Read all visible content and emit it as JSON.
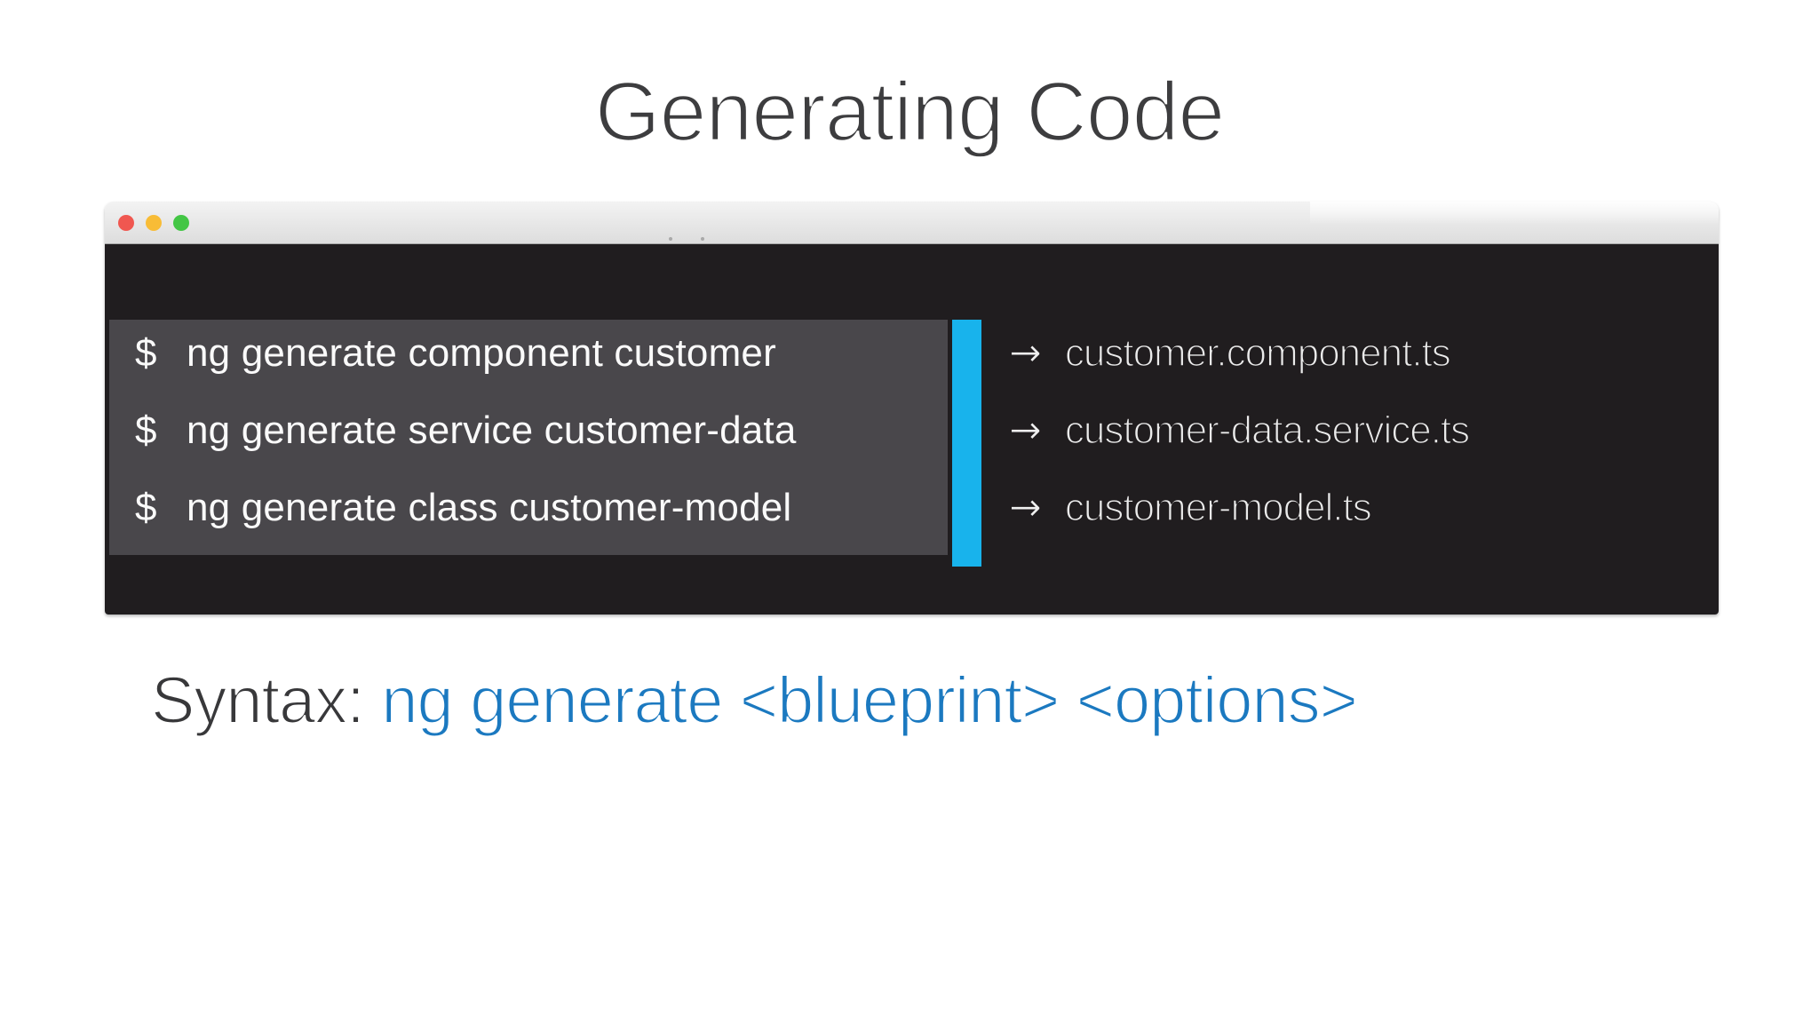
{
  "slide": {
    "title": "Generating Code"
  },
  "terminal": {
    "window_controls": {
      "close": "close",
      "minimize": "minimize",
      "zoom": "zoom"
    },
    "arrow_glyph": "→",
    "commands": [
      {
        "prompt": "$",
        "command": "ng generate component customer",
        "output_file": "customer.component.ts"
      },
      {
        "prompt": "$",
        "command": "ng generate service customer-data",
        "output_file": "customer-data.service.ts"
      },
      {
        "prompt": "$",
        "command": "ng generate class customer-model",
        "output_file": "customer-model.ts"
      }
    ]
  },
  "syntax": {
    "label": "Syntax: ",
    "code": "ng generate <blueprint> <options>"
  },
  "colors": {
    "accent_bar": "#18b3ec",
    "syntax_blue": "#1b79c0",
    "terminal_background": "#201d1f",
    "panel_background": "#49474b",
    "traffic_red": "#f05750",
    "traffic_yellow": "#f8bc36",
    "traffic_green": "#43c645"
  }
}
